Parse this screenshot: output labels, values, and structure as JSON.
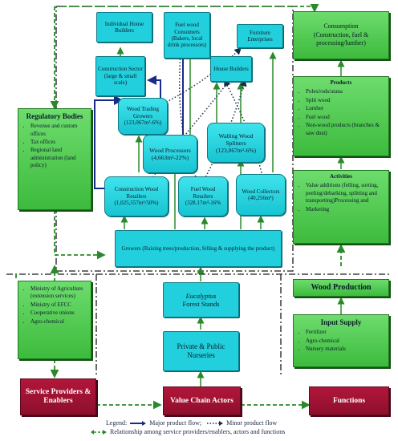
{
  "colors": {
    "cyan": "#22d0dd",
    "green": "#46c046",
    "red": "#9c1232",
    "major": "#1a2a8a",
    "minor": "#1a2a44",
    "relation": "#2a8a2a"
  },
  "chain": {
    "individual_house": "Individual House Builders",
    "fuel_wood_consumers": "Fuel wood Consumers (Bakers, local drink processors)",
    "furniture": "Furniture Enterprises",
    "construction_sector": "Construction Sector (large & small scale)",
    "house_builders": "House Builders",
    "wood_trading_growers_title": "Wood Trading Growers",
    "wood_trading_growers_value": "(123,067m³-6%)",
    "wood_processors_title": "Wood Processors",
    "wood_processors_value": "(4,663m³-22%)",
    "walling_wood_splitters_title": "Walling Wood Splitters",
    "walling_wood_splitters_value": "(123,067m³-6%)",
    "construction_retailers_title": "Construction Wood Retailers",
    "construction_retailers_value": "(1,025,557m³/50%)",
    "fuel_retailers_title": "Fuel Wood Retailers",
    "fuel_retailers_value": "(328.17m³-16%",
    "wood_collectors_title": "Wood Collectors",
    "wood_collectors_value": "(40,256m³)",
    "growers": "Growers (Raising trees/production, felling & supplying the product)",
    "eucalyptus_italic": "Eucalyptus",
    "eucalyptus_rest": "Forest Stands",
    "nurseries": "Private & Public Nurseries"
  },
  "regulatory": {
    "title": "Regulatory Bodies",
    "items": [
      "Revenue and custom offices",
      "Tax offices",
      "Regional land administration (land policy)"
    ]
  },
  "services": {
    "items": [
      "Ministry of Agriculture (extension services)",
      "Ministry of EFCC",
      "Cooperative unions",
      "Agro-chemical"
    ]
  },
  "consumption": {
    "title": "Consumption",
    "subtitle": "(Construction, fuel & processing/lumber)"
  },
  "products": {
    "title": "Products",
    "items": [
      "Poles/rods/atana",
      "Split wood",
      "Lumber",
      "Fuel wood",
      "Non-wood products (branches & saw dust)"
    ]
  },
  "activities": {
    "title": "Activities",
    "items": [
      "Value additions (felling, sorting, peeling/debarking, splitting and transporting)Processing and",
      "Marketing"
    ]
  },
  "wood_production": "Wood Production",
  "input_supply": {
    "title": "Input Supply",
    "items": [
      "Fertilizer",
      "Agro-chemical",
      "Nursery materials"
    ]
  },
  "footer": {
    "service_providers": "Service Providers & Enablers",
    "value_chain_actors": "Value Chain Actors",
    "functions": "Functions"
  },
  "legend": {
    "label": "Legend:",
    "major": "Major product flow;",
    "minor": "Minor product flow",
    "relation": "Relationship among service providers/enablers, actors and functions"
  }
}
